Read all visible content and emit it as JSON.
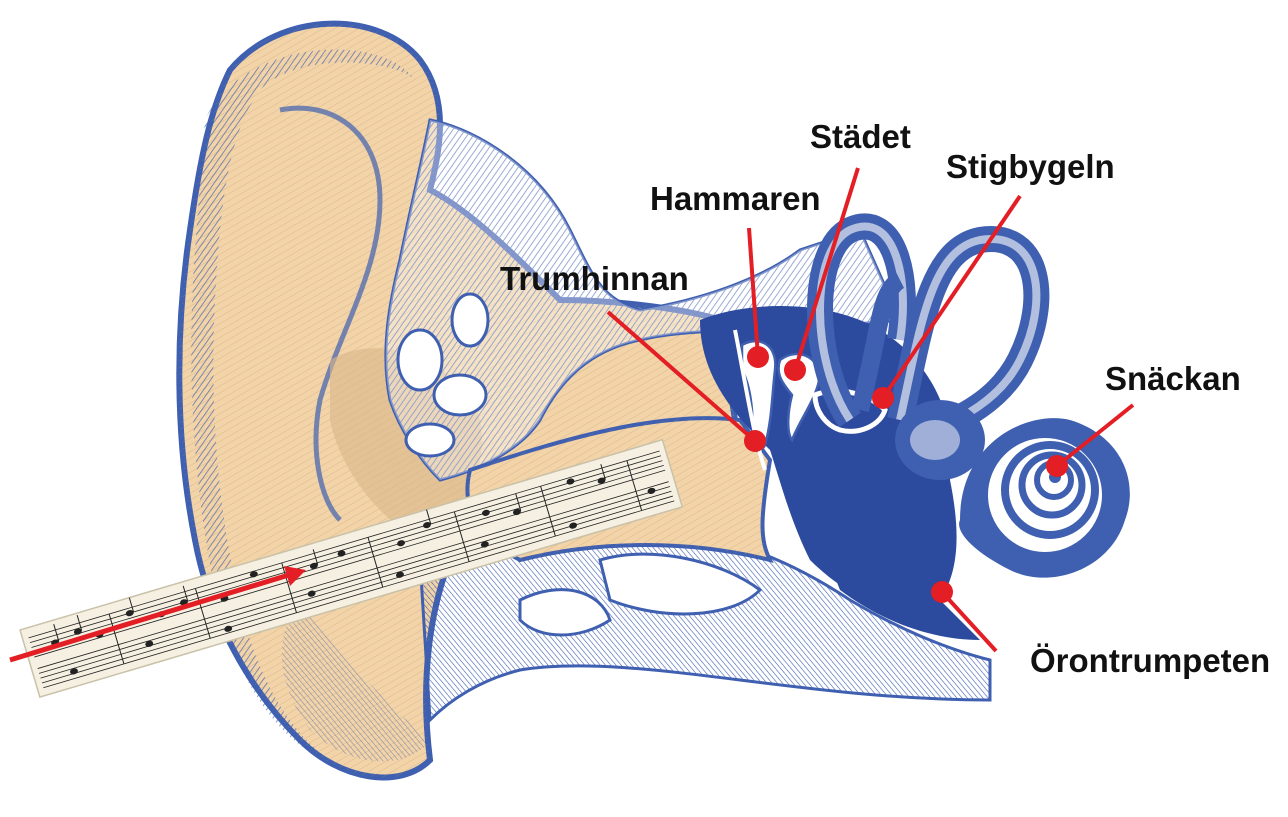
{
  "colors": {
    "ink": "#3f5fb0",
    "ink_dark": "#2c4a9e",
    "skin": "#f2d4a8",
    "skin_shadow": "#d9b58a",
    "bone": "#ffffff",
    "marker": "#e31e24",
    "staff_paper": "#f5f0e2",
    "label_text": "#111111"
  },
  "labels": {
    "stadet": "Städet",
    "stigbygeln": "Stigbygeln",
    "hammaren": "Hammaren",
    "trumhinnan": "Trumhinnan",
    "snackan": "Snäckan",
    "orontrumpeten": "Örontrumpeten"
  },
  "icons": {
    "sound_arrow": "arrow-right-icon",
    "sheet_music": "music-staff-icon",
    "marker": "red-dot-icon"
  }
}
